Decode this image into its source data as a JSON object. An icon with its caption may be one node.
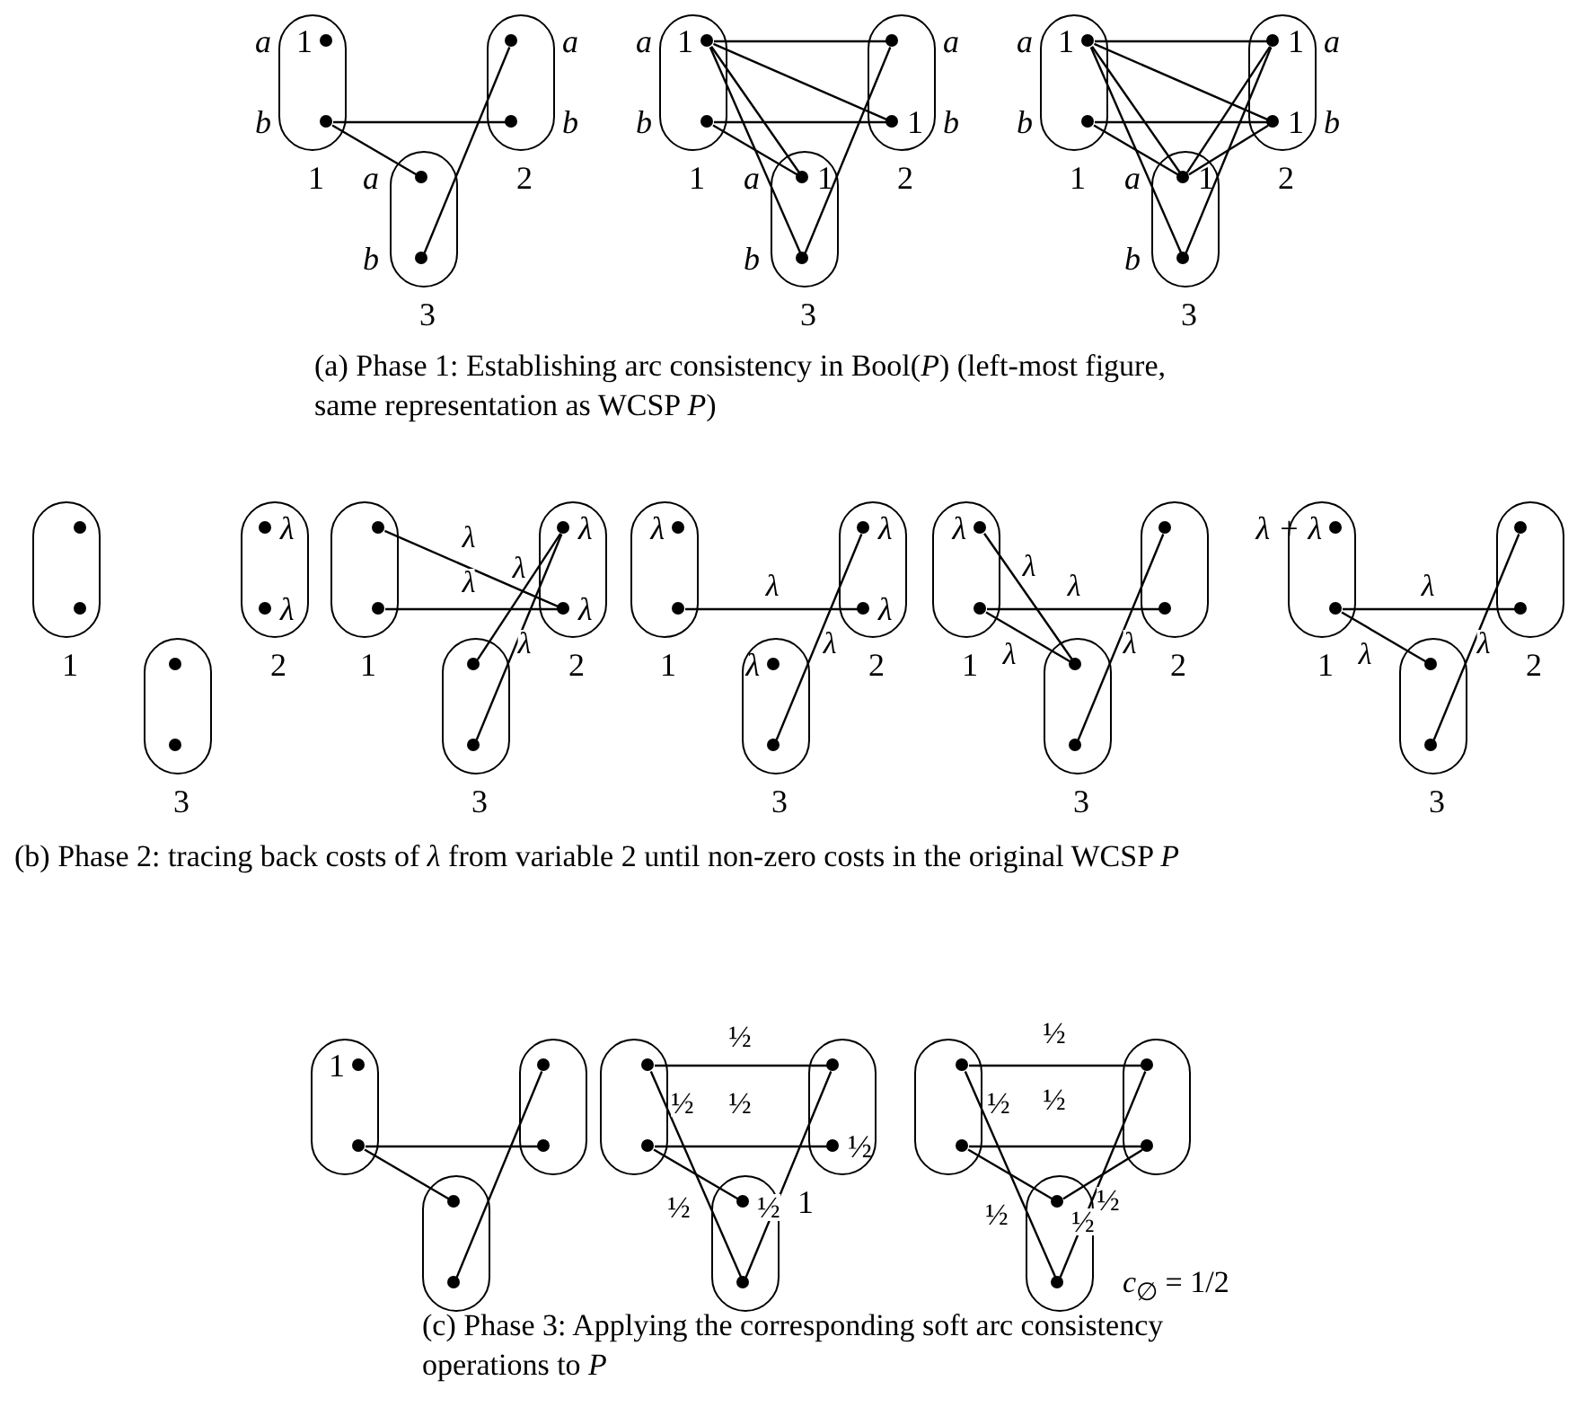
{
  "diagram": {
    "nodes": [
      {
        "text": [],
        "shape": "box",
        "beside": [
          "1"
        ]
      },
      {
        "text": [],
        "shape": "circle",
        "in": 0,
        "beside": [
          "a",
          "1"
        ]
      },
      {
        "text": [],
        "shape": "circle",
        "in": 0,
        "beside": [
          "b"
        ]
      },
      {
        "text": [],
        "shape": "box",
        "beside": [
          "2"
        ]
      },
      {
        "text": [],
        "shape": "circle",
        "in": 3,
        "beside": [
          "a"
        ]
      },
      {
        "text": [],
        "shape": "circle",
        "in": 3,
        "beside": [
          "b"
        ]
      },
      {
        "text": [],
        "shape": "box",
        "beside": [
          "3"
        ]
      },
      {
        "text": [],
        "shape": "circle",
        "in": 6,
        "beside": [
          "a"
        ]
      },
      {
        "text": [],
        "shape": "circle",
        "in": 6,
        "beside": [
          "b"
        ]
      },
      {
        "text": [],
        "shape": "box",
        "beside": [
          "1"
        ]
      },
      {
        "text": [],
        "shape": "circle",
        "in": 9,
        "beside": [
          "a",
          "1"
        ]
      },
      {
        "text": [],
        "shape": "circle",
        "in": 9,
        "beside": [
          "b"
        ]
      },
      {
        "text": [],
        "shape": "box",
        "beside": [
          "2"
        ]
      },
      {
        "text": [],
        "shape": "circle",
        "in": 12,
        "beside": [
          "a"
        ]
      },
      {
        "text": [],
        "shape": "circle",
        "in": 12,
        "beside": [
          "1",
          "b"
        ]
      },
      {
        "text": [],
        "shape": "box",
        "beside": [
          "3"
        ]
      },
      {
        "text": [],
        "shape": "circle",
        "in": 15,
        "beside": [
          "a",
          "1"
        ]
      },
      {
        "text": [],
        "shape": "circle",
        "in": 15,
        "beside": [
          "b"
        ]
      },
      {
        "text": [],
        "shape": "box",
        "beside": [
          "1"
        ]
      },
      {
        "text": [],
        "shape": "circle",
        "in": 18,
        "beside": [
          "a",
          "1"
        ]
      },
      {
        "text": [],
        "shape": "circle",
        "in": 18,
        "beside": [
          "b"
        ]
      },
      {
        "text": [],
        "shape": "box",
        "beside": [
          "2"
        ]
      },
      {
        "text": [],
        "shape": "circle",
        "in": 21,
        "beside": [
          "1",
          "a"
        ]
      },
      {
        "text": [],
        "shape": "circle",
        "in": 21,
        "beside": [
          "1",
          "b"
        ]
      },
      {
        "text": [],
        "shape": "box",
        "beside": [
          "3"
        ]
      },
      {
        "text": [],
        "shape": "circle",
        "in": 24,
        "beside": [
          "a",
          "1"
        ]
      },
      {
        "text": [],
        "shape": "circle",
        "in": 24,
        "beside": [
          "b"
        ]
      },
      {
        "text": [],
        "shape": "box",
        "beside": [
          "1"
        ]
      },
      {
        "text": [],
        "shape": "circle",
        "in": 27
      },
      {
        "text": [],
        "shape": "circle",
        "in": 27
      },
      {
        "text": [],
        "shape": "box",
        "beside": [
          "2"
        ]
      },
      {
        "text": [],
        "shape": "circle",
        "in": 30,
        "beside": [
          "λ"
        ]
      },
      {
        "text": [],
        "shape": "circle",
        "in": 30,
        "beside": [
          "λ"
        ]
      },
      {
        "text": [],
        "shape": "box",
        "beside": [
          "3"
        ]
      },
      {
        "text": [],
        "shape": "circle",
        "in": 33
      },
      {
        "text": [],
        "shape": "circle",
        "in": 33
      },
      {
        "text": [],
        "shape": "box",
        "beside": [
          "1"
        ]
      },
      {
        "text": [],
        "shape": "circle",
        "in": 36
      },
      {
        "text": [],
        "shape": "circle",
        "in": 36
      },
      {
        "text": [],
        "shape": "box",
        "beside": [
          "2"
        ]
      },
      {
        "text": [],
        "shape": "circle",
        "in": 39,
        "beside": [
          "λ"
        ]
      },
      {
        "text": [],
        "shape": "circle",
        "in": 39,
        "beside": [
          "λ"
        ]
      },
      {
        "text": [],
        "shape": "box",
        "beside": [
          "3"
        ]
      },
      {
        "text": [],
        "shape": "circle",
        "in": 42
      },
      {
        "text": [],
        "shape": "circle",
        "in": 42
      },
      {
        "text": [],
        "shape": "box",
        "beside": [
          "1"
        ]
      },
      {
        "text": [],
        "shape": "circle",
        "in": 45,
        "beside": [
          "λ"
        ]
      },
      {
        "text": [],
        "shape": "circle",
        "in": 45
      },
      {
        "text": [],
        "shape": "box",
        "beside": [
          "2"
        ]
      },
      {
        "text": [],
        "shape": "circle",
        "in": 48,
        "beside": [
          "λ"
        ]
      },
      {
        "text": [],
        "shape": "circle",
        "in": 48,
        "beside": [
          "λ"
        ]
      },
      {
        "text": [],
        "shape": "box",
        "beside": [
          "3"
        ]
      },
      {
        "text": [],
        "shape": "circle",
        "in": 51,
        "beside": [
          "λ"
        ]
      },
      {
        "text": [],
        "shape": "circle",
        "in": 51
      },
      {
        "text": [],
        "shape": "box",
        "beside": [
          "1"
        ]
      },
      {
        "text": [],
        "shape": "circle",
        "in": 54,
        "beside": [
          "λ"
        ]
      },
      {
        "text": [],
        "shape": "circle",
        "in": 54
      },
      {
        "text": [],
        "shape": "box",
        "beside": [
          "2"
        ]
      },
      {
        "text": [],
        "shape": "circle",
        "in": 57
      },
      {
        "text": [],
        "shape": "circle",
        "in": 57
      },
      {
        "text": [],
        "shape": "box",
        "beside": [
          "3"
        ]
      },
      {
        "text": [],
        "shape": "circle",
        "in": 60
      },
      {
        "text": [],
        "shape": "circle",
        "in": 60
      },
      {
        "text": [],
        "shape": "box",
        "beside": [
          "1"
        ]
      },
      {
        "text": [],
        "shape": "circle",
        "in": 63,
        "beside": [
          "λ + λ"
        ]
      },
      {
        "text": [],
        "shape": "circle",
        "in": 63
      },
      {
        "text": [],
        "shape": "box",
        "beside": [
          "2"
        ]
      },
      {
        "text": [],
        "shape": "circle",
        "in": 66
      },
      {
        "text": [],
        "shape": "circle",
        "in": 66
      },
      {
        "text": [],
        "shape": "box",
        "beside": [
          "3"
        ]
      },
      {
        "text": [],
        "shape": "circle",
        "in": 69
      },
      {
        "text": [],
        "shape": "circle",
        "in": 69
      },
      {
        "text": [],
        "shape": "box"
      },
      {
        "text": [],
        "shape": "circle",
        "in": 72,
        "beside": [
          "1"
        ]
      },
      {
        "text": [],
        "shape": "circle",
        "in": 72
      },
      {
        "text": [],
        "shape": "box"
      },
      {
        "text": [],
        "shape": "circle",
        "in": 75
      },
      {
        "text": [],
        "shape": "circle",
        "in": 75
      },
      {
        "text": [],
        "shape": "box"
      },
      {
        "text": [],
        "shape": "circle",
        "in": 78
      },
      {
        "text": [],
        "shape": "circle",
        "in": 78
      },
      {
        "text": [],
        "shape": "box"
      },
      {
        "text": [],
        "shape": "circle",
        "in": 81
      },
      {
        "text": [],
        "shape": "circle",
        "in": 81
      },
      {
        "text": [],
        "shape": "box"
      },
      {
        "text": [],
        "shape": "circle",
        "in": 84
      },
      {
        "text": [],
        "shape": "circle",
        "in": 84,
        "beside": [
          "½"
        ]
      },
      {
        "text": [],
        "shape": "box"
      },
      {
        "text": [],
        "shape": "circle",
        "in": 87,
        "beside": [
          "1"
        ]
      },
      {
        "text": [],
        "shape": "circle",
        "in": 87
      },
      {
        "text": [],
        "shape": "box"
      },
      {
        "text": [],
        "shape": "circle",
        "in": 90
      },
      {
        "text": [],
        "shape": "circle",
        "in": 90
      },
      {
        "text": [],
        "shape": "box"
      },
      {
        "text": [],
        "shape": "circle",
        "in": 93
      },
      {
        "text": [],
        "shape": "circle",
        "in": 93
      },
      {
        "text": [],
        "shape": "box"
      },
      {
        "text": [],
        "shape": "circle",
        "in": 96
      },
      {
        "text": [],
        "shape": "circle",
        "in": 96
      }
    ],
    "edges": [
      {
        "from": 2,
        "to": 5,
        "arrow": "none"
      },
      {
        "from": 2,
        "to": 7,
        "arrow": "none"
      },
      {
        "from": 8,
        "to": 4,
        "arrow": "none"
      },
      {
        "from": 10,
        "to": 13,
        "arrow": "none"
      },
      {
        "from": 10,
        "to": 14,
        "arrow": "none"
      },
      {
        "from": 10,
        "to": 16,
        "arrow": "none"
      },
      {
        "from": 10,
        "to": 17,
        "arrow": "none"
      },
      {
        "from": 11,
        "to": 14,
        "arrow": "none"
      },
      {
        "from": 11,
        "to": 16,
        "arrow": "none"
      },
      {
        "from": 17,
        "to": 13,
        "arrow": "none"
      },
      {
        "from": 19,
        "to": 22,
        "arrow": "none"
      },
      {
        "from": 19,
        "to": 23,
        "arrow": "none"
      },
      {
        "from": 19,
        "to": 25,
        "arrow": "none"
      },
      {
        "from": 19,
        "to": 26,
        "arrow": "none"
      },
      {
        "from": 20,
        "to": 23,
        "arrow": "none"
      },
      {
        "from": 20,
        "to": 25,
        "arrow": "none"
      },
      {
        "from": 25,
        "to": 22,
        "arrow": "none"
      },
      {
        "from": 25,
        "to": 23,
        "arrow": "none"
      },
      {
        "from": 26,
        "to": 22,
        "arrow": "none"
      },
      {
        "from": 37,
        "to": 41,
        "arrow": "none",
        "label": "λ"
      },
      {
        "from": 38,
        "to": 41,
        "arrow": "none",
        "label": "λ"
      },
      {
        "from": 43,
        "to": 40,
        "arrow": "none",
        "label": "λ"
      },
      {
        "from": 44,
        "to": 40,
        "arrow": "none",
        "label": "λ"
      },
      {
        "from": 47,
        "to": 50,
        "arrow": "none",
        "label": "λ"
      },
      {
        "from": 53,
        "to": 49,
        "arrow": "none",
        "label": "λ"
      },
      {
        "from": 55,
        "to": 61,
        "arrow": "none",
        "label": "λ"
      },
      {
        "from": 56,
        "to": 59,
        "arrow": "none",
        "label": "λ"
      },
      {
        "from": 56,
        "to": 61,
        "arrow": "none",
        "label": "λ"
      },
      {
        "from": 62,
        "to": 58,
        "arrow": "none",
        "label": "λ"
      },
      {
        "from": 65,
        "to": 68,
        "arrow": "none",
        "label": "λ"
      },
      {
        "from": 65,
        "to": 70,
        "arrow": "none",
        "label": "λ"
      },
      {
        "from": 71,
        "to": 67,
        "arrow": "none",
        "label": "λ"
      },
      {
        "from": 74,
        "to": 77,
        "arrow": "none"
      },
      {
        "from": 74,
        "to": 79,
        "arrow": "none"
      },
      {
        "from": 80,
        "to": 76,
        "arrow": "none"
      },
      {
        "from": 82,
        "to": 85,
        "arrow": "none",
        "label": "½"
      },
      {
        "from": 83,
        "to": 86,
        "arrow": "none",
        "label": "½"
      },
      {
        "from": 82,
        "to": 89,
        "arrow": "none",
        "label": "½"
      },
      {
        "from": 83,
        "to": 88,
        "arrow": "none",
        "label": "½"
      },
      {
        "from": 89,
        "to": 85,
        "arrow": "none",
        "label": "½"
      },
      {
        "from": 91,
        "to": 94,
        "arrow": "none",
        "label": "½"
      },
      {
        "from": 92,
        "to": 95,
        "arrow": "none",
        "label": "½"
      },
      {
        "from": 91,
        "to": 98,
        "arrow": "none",
        "label": "½"
      },
      {
        "from": 92,
        "to": 97,
        "arrow": "none",
        "label": "½"
      },
      {
        "from": 98,
        "to": 94,
        "arrow": "none",
        "label": "½"
      },
      {
        "from": 97,
        "to": 95,
        "arrow": "none",
        "label": "½"
      }
    ],
    "labels": [
      "(a) Phase 1: Establishing arc consistency in Bool(*P*) (left-most figure, same representation as WCSP *P*)",
      "(b) Phase 2: tracing back costs of *λ* from variable 2 until non-zero costs in the original WCSP *P*",
      "*c*$_{∅}$ = 1/2",
      "(c) Phase 3: Applying the corresponding soft arc consistency operations to *P*"
    ]
  }
}
